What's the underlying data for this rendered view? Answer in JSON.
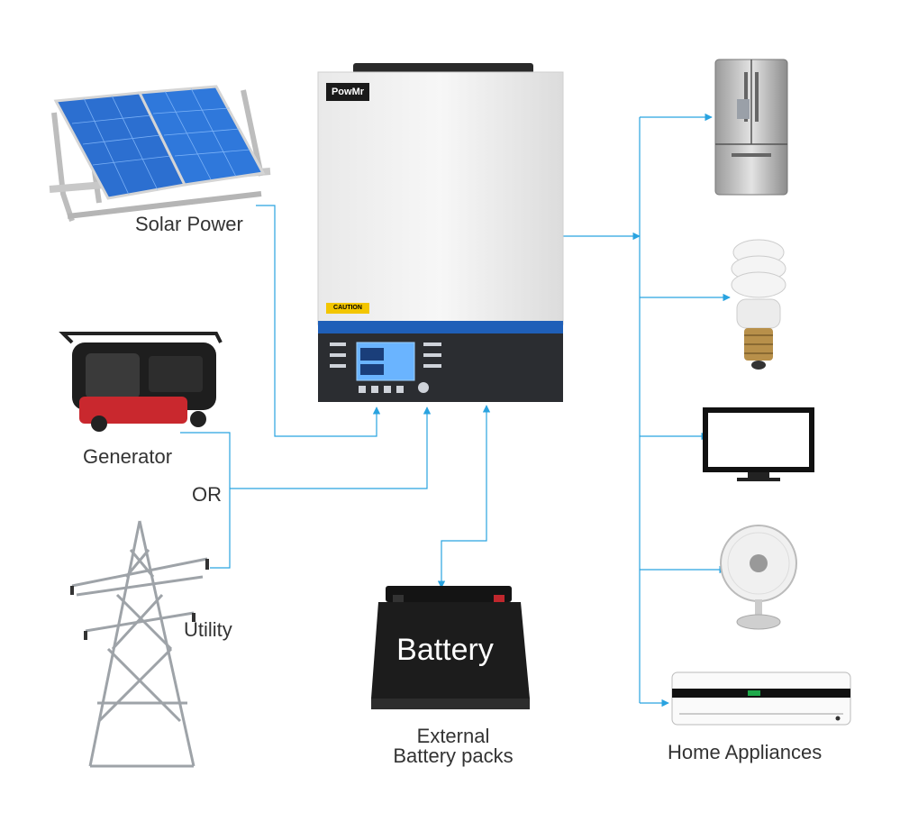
{
  "labels": {
    "solar": "Solar Power",
    "generator": "Generator",
    "or": "OR",
    "utility": "Utility",
    "battery_pack_line1": "External",
    "battery_pack_line2": "Battery packs",
    "appliances": "Home Appliances"
  },
  "inverter": {
    "brand": "PowMr",
    "caution": "CAUTION"
  },
  "battery": {
    "text": "Battery"
  },
  "colors": {
    "connector": "#29a3e0",
    "inverter_accent": "#1f5fb8",
    "panel_blue": "#2a78d4"
  }
}
